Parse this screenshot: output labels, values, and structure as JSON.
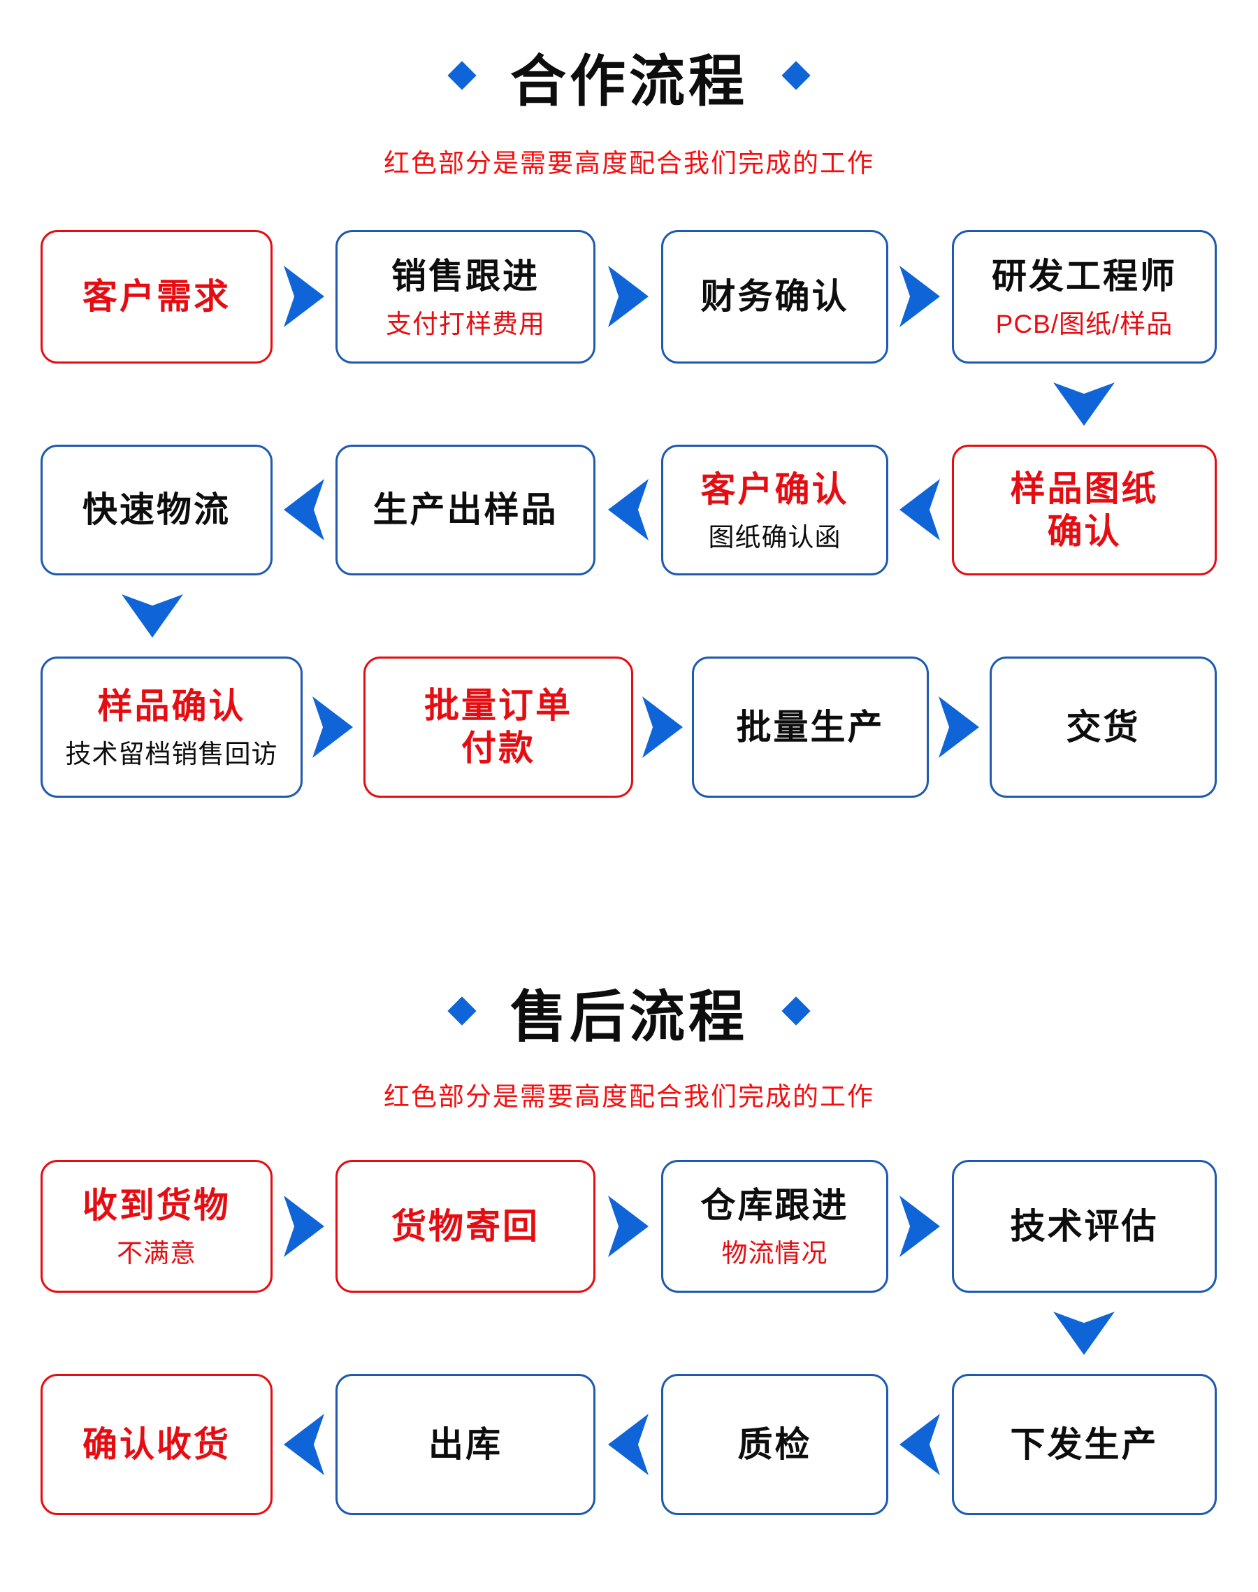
{
  "colors": {
    "arrow_blue": "#0f65d8",
    "box_border_blue": "#1e5ab0",
    "highlight_red": "#e60d12",
    "subtitle_red": "#f70d0d",
    "text_black": "#0d0d0d"
  },
  "icons": {
    "diamond": "◆"
  },
  "section1": {
    "title": "合作流程",
    "subtitle": "红色部分是需要高度配合我们完成的工作",
    "row1": {
      "box1": {
        "title": "客户需求"
      },
      "box2": {
        "title": "销售跟进",
        "sub": "支付打样费用"
      },
      "box3": {
        "title": "财务确认"
      },
      "box4": {
        "title": "研发工程师",
        "sub": "PCB/图纸/样品"
      }
    },
    "row2": {
      "box1": {
        "title": "快速物流"
      },
      "box2": {
        "title": "生产出样品"
      },
      "box3": {
        "title": "客户确认",
        "sub": "图纸确认函"
      },
      "box4": {
        "title": "样品图纸\n确认"
      }
    },
    "row3": {
      "box1": {
        "title": "样品确认",
        "sub": "技术留档销售回访"
      },
      "box2": {
        "title": "批量订单\n付款"
      },
      "box3": {
        "title": "批量生产"
      },
      "box4": {
        "title": "交货"
      }
    }
  },
  "section2": {
    "title": "售后流程",
    "subtitle": "红色部分是需要高度配合我们完成的工作",
    "row1": {
      "box1": {
        "title": "收到货物",
        "sub": "不满意"
      },
      "box2": {
        "title": "货物寄回"
      },
      "box3": {
        "title": "仓库跟进",
        "sub": "物流情况"
      },
      "box4": {
        "title": "技术评估"
      }
    },
    "row2": {
      "box1": {
        "title": "确认收货"
      },
      "box2": {
        "title": "出库"
      },
      "box3": {
        "title": "质检"
      },
      "box4": {
        "title": "下发生产"
      }
    }
  }
}
